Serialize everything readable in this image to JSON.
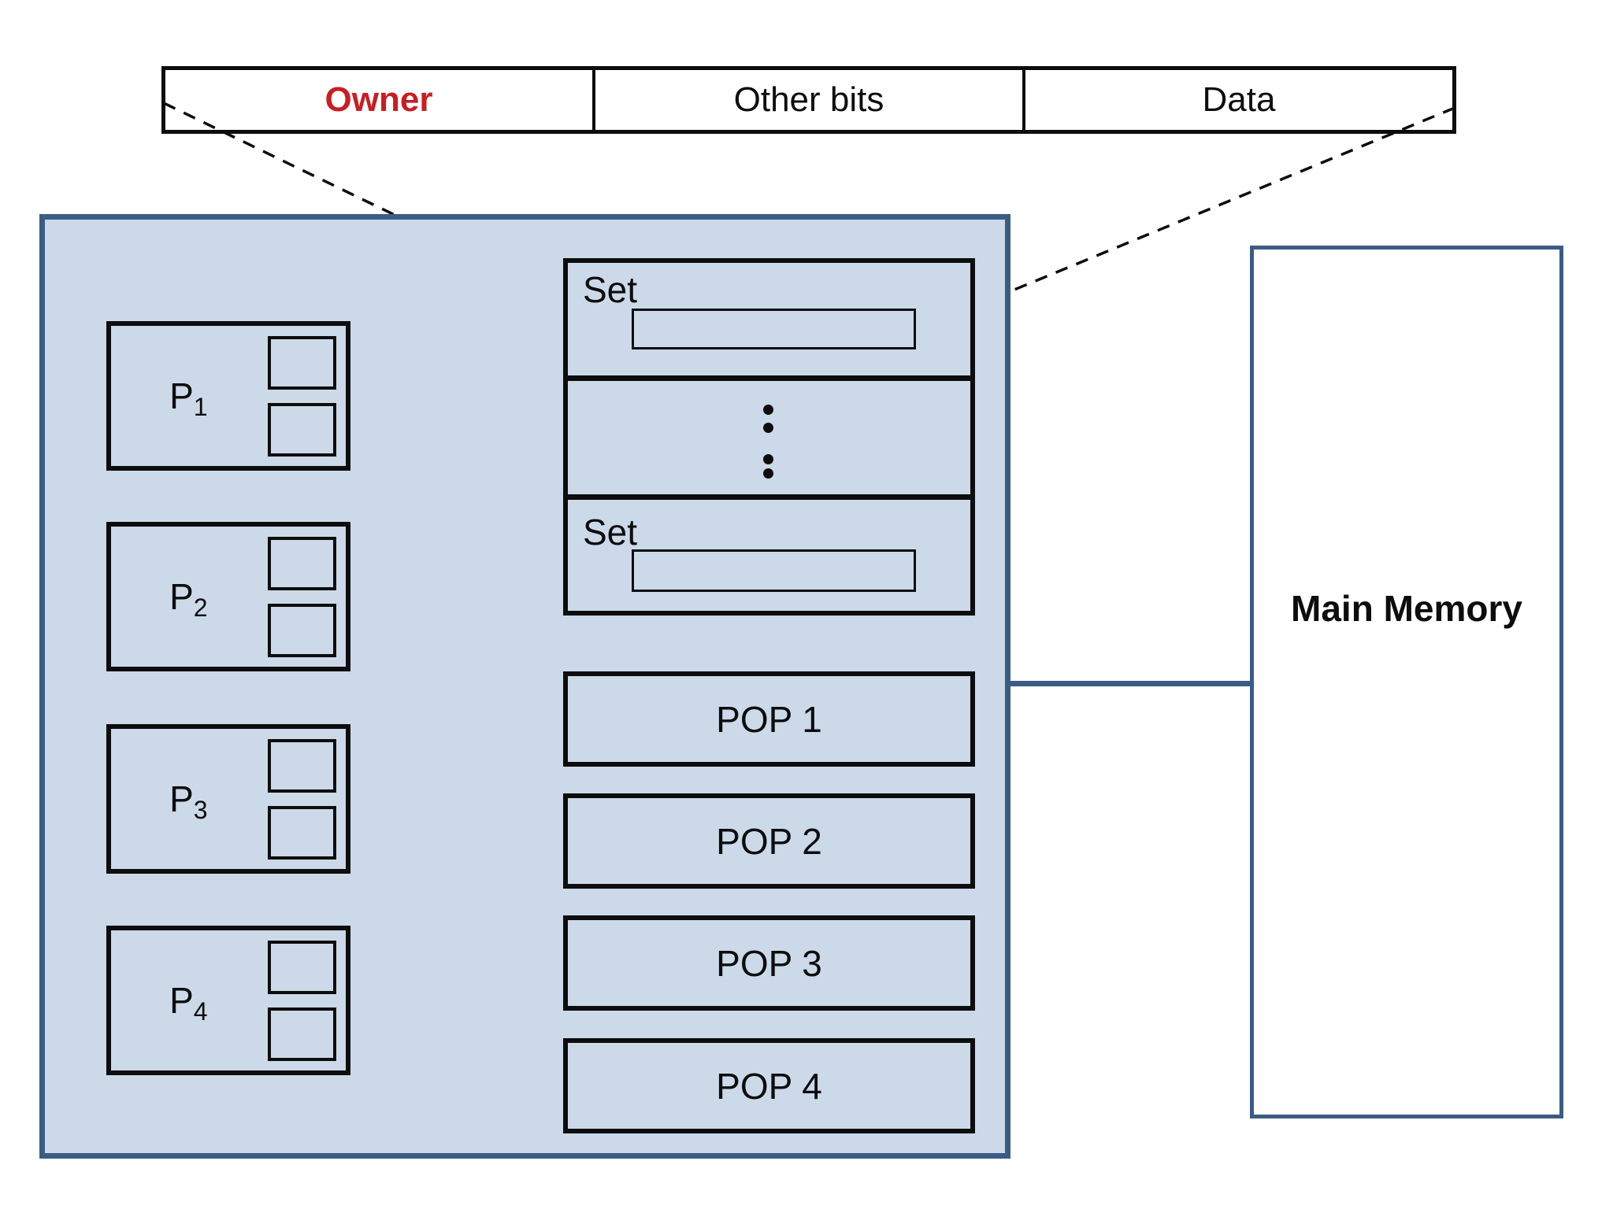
{
  "field_format_bar": {
    "cells": [
      {
        "label": "Owner"
      },
      {
        "label": "Other bits"
      },
      {
        "label": "Data"
      }
    ]
  },
  "cache_box": {
    "processors": [
      {
        "name": "P",
        "sub": "1"
      },
      {
        "name": "P",
        "sub": "2"
      },
      {
        "name": "P",
        "sub": "3"
      },
      {
        "name": "P",
        "sub": "4"
      }
    ],
    "set_top": {
      "label": "Set"
    },
    "set_bottom": {
      "label": "Set"
    },
    "pops": [
      {
        "label": "POP 1"
      },
      {
        "label": "POP 2"
      },
      {
        "label": "POP 3"
      },
      {
        "label": "POP 4"
      }
    ]
  },
  "main_memory": {
    "label": "Main Memory"
  },
  "colors": {
    "owner_text": "#c81e23",
    "diagram_border_blue": "#3b5c85",
    "cache_fill_blue": "#ccd9e9",
    "line_black": "#0d0d0d"
  }
}
